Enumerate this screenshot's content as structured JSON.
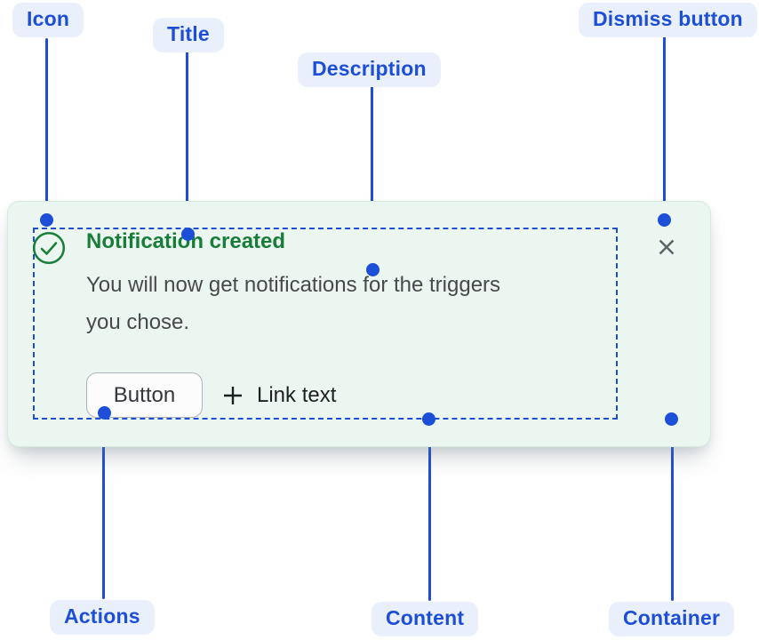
{
  "colors": {
    "annotation_blue": "#1d4ed8",
    "annotation_pill_bg": "#e9f0fb",
    "flag_background": "#eaf6ef",
    "flag_border": "#d3ebdd",
    "success_green": "#177d38",
    "body_text": "#47494d"
  },
  "annotations": {
    "icon": {
      "label": "Icon"
    },
    "title": {
      "label": "Title"
    },
    "description": {
      "label": "Description"
    },
    "dismiss_button": {
      "label": "Dismiss button"
    },
    "actions": {
      "label": "Actions"
    },
    "content": {
      "label": "Content"
    },
    "container": {
      "label": "Container"
    }
  },
  "flag": {
    "title": "Notification created",
    "description": "You will now get notifications for the triggers you chose.",
    "description_lines": [
      "You will now get notifications for the triggers",
      "you chose."
    ],
    "actions": {
      "button_label": "Button",
      "link_label": "Link text"
    },
    "icons": {
      "status": "check-circle-icon",
      "link_prefix": "plus-icon",
      "dismiss": "close-icon"
    }
  }
}
